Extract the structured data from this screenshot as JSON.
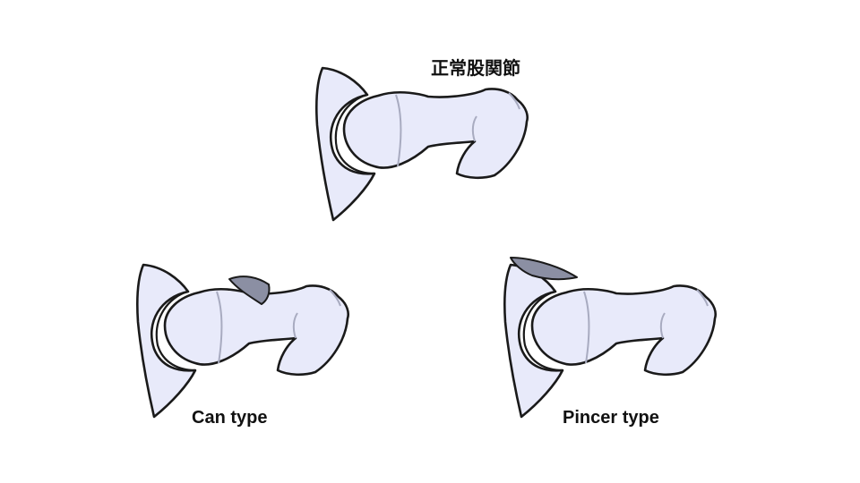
{
  "labels": {
    "normal": "正常股関節",
    "cam": "Can type",
    "pincer": "Pincer type"
  },
  "colors": {
    "bone_fill": "#e8eafa",
    "outline": "#1a1a1a",
    "physis_line": "#a8abc0",
    "impingement_fill": "#8b8fa3",
    "background": "#ffffff"
  }
}
